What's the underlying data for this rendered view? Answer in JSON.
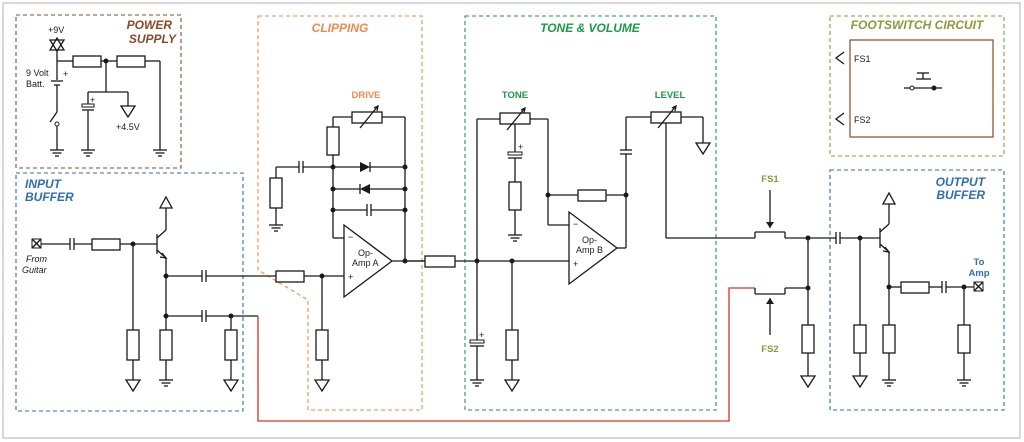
{
  "colors": {
    "power": "#8b4a26",
    "clipping": "#f08a4b",
    "tone": "#1c9a46",
    "footswitch": "#8a9a3a",
    "buffer": "#2f6db5",
    "signal_red": "#d2342a",
    "frame": "#bdbdbd"
  },
  "sections": {
    "power_supply_line1": "POWER",
    "power_supply_line2": "SUPPLY",
    "clipping": "CLIPPING",
    "tone_volume": "TONE & VOLUME",
    "footswitch_circuit": "FOOTSWITCH CIRCUIT",
    "input_buffer_line1": "INPUT",
    "input_buffer_line2": "BUFFER",
    "output_buffer_line1": "OUTPUT",
    "output_buffer_line2": "BUFFER"
  },
  "labels": {
    "plus_9v": "+9V",
    "battery_line1": "9 Volt",
    "battery_line2": "Batt.",
    "plus_4_5v": "+4.5V",
    "from_guitar_line1": "From",
    "from_guitar_line2": "Guitar",
    "to_amp_line1": "To",
    "to_amp_line2": "Amp",
    "drive": "DRIVE",
    "tone": "TONE",
    "level": "LEVEL",
    "opamp_a_line1": "Op-",
    "opamp_a_line2": "Amp A",
    "opamp_b_line1": "Op-",
    "opamp_b_line2": "Amp B",
    "fs1": "FS1",
    "fs2": "FS2",
    "fs1_box": "FS1",
    "fs2_box": "FS2",
    "plus": "+",
    "minus": "−"
  }
}
